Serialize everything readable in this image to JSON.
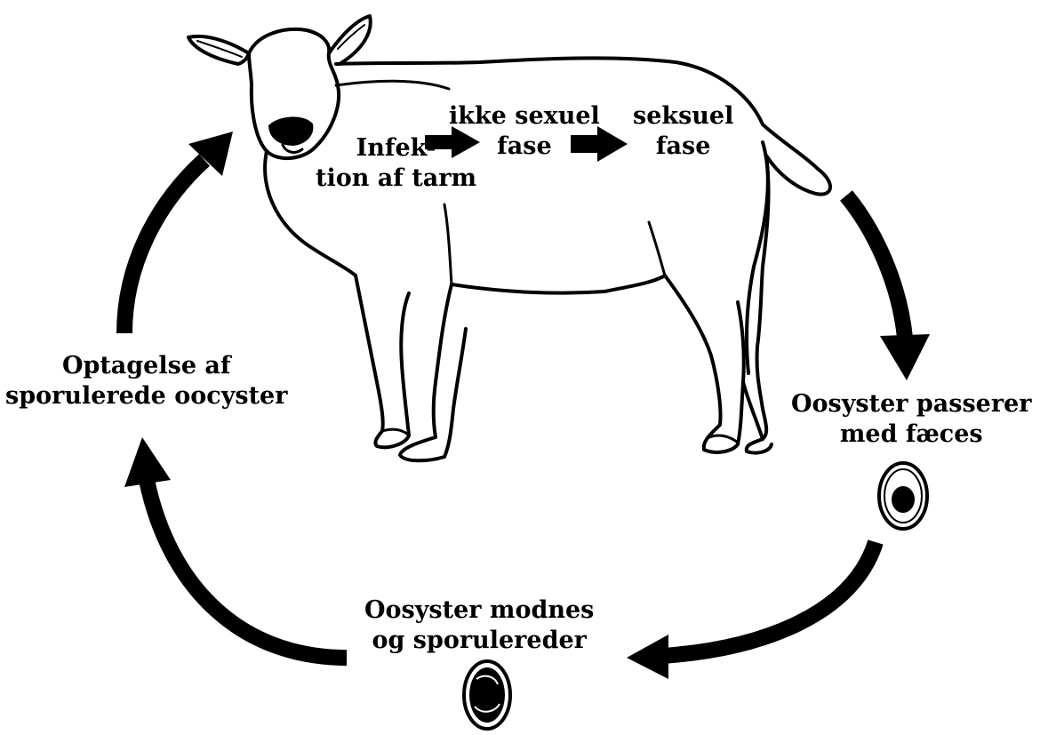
{
  "colors": {
    "ink": "#000000",
    "paper": "#ffffff"
  },
  "labels": {
    "infection": [
      "Infek-",
      "tion af tarm"
    ],
    "asexual": [
      "ikke sexuel",
      "fase"
    ],
    "sexual": [
      "seksuel",
      "fase"
    ],
    "shedding": [
      "Oosyster passerer",
      "med fæces"
    ],
    "maturation": [
      "Oosyster modnes",
      "og sporulereder"
    ],
    "uptake": [
      "Optagelse af",
      "sporulerede oocyster"
    ]
  }
}
